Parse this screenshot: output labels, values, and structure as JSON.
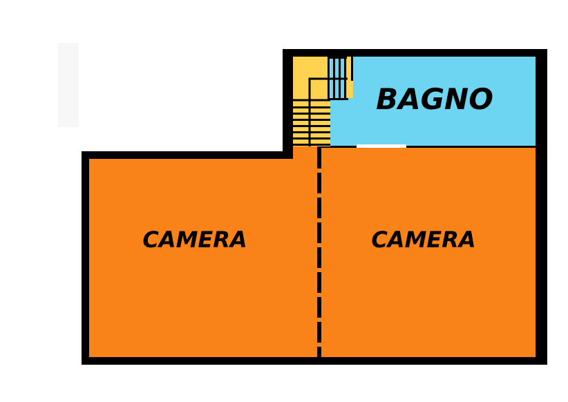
{
  "rooms": {
    "bathroom": {
      "label": "BAGNO"
    },
    "left_bedroom": {
      "label": "CAMERA"
    },
    "right_bedroom": {
      "label": "CAMERA"
    }
  },
  "colors": {
    "wall": "#000000",
    "bedroom_fill": "#f98219",
    "bathroom_fill": "#6dd5f1",
    "stair_fill": "#ffd250",
    "background": "#ffffff"
  }
}
